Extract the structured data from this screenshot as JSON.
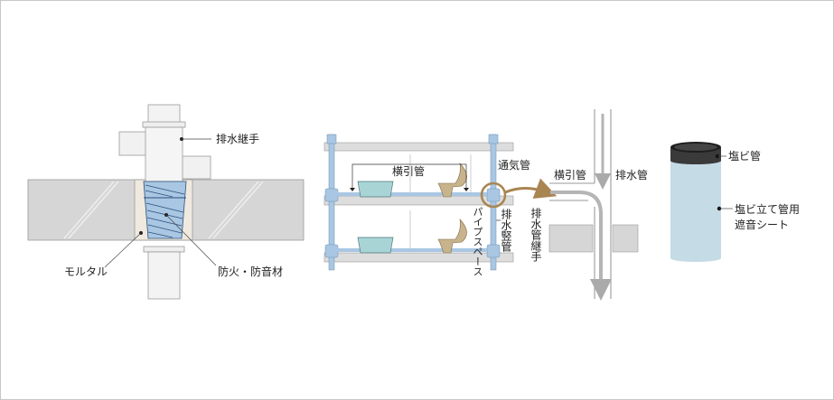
{
  "fire_section": {
    "joint_label": "排水継手",
    "mortar_label": "モルタル",
    "firestop_label": "防火・防音材"
  },
  "building_section": {
    "horizontal_pipe_label": "横引管",
    "vent_pipe_label": "通気管",
    "pipe_space_label": "パイプスペース",
    "vertical_drain_label": "排水竪管",
    "drain_joint_label": "排水管継手"
  },
  "detail": {
    "horizontal_pipe_label": "横引管",
    "drain_pipe_label": "排水管"
  },
  "pvc_pipe": {
    "pvc_label": "塩ビ管",
    "sheet_label_line1": "塩ビ立て管用",
    "sheet_label_line2": "遮音シート"
  },
  "colors": {
    "pipe_blue": "#a9c7e3",
    "slab_gray": "#d6d6d6",
    "highlight_brown": "#a98552",
    "sink": "#a9d4d6",
    "toilet": "#c8b48c"
  }
}
